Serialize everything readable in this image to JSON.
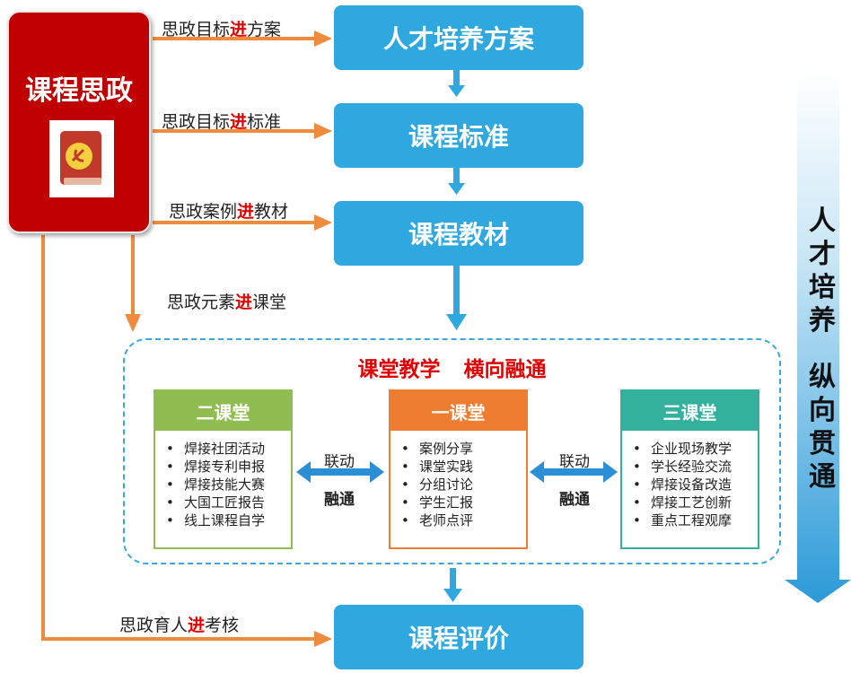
{
  "left_box": {
    "title": "课程思政",
    "icon": "party-book-icon"
  },
  "flow_labels": [
    {
      "pre": "思政目标",
      "em": "进",
      "post": "方案"
    },
    {
      "pre": "思政目标",
      "em": "进",
      "post": "标准"
    },
    {
      "pre": "思政案例",
      "em": "进",
      "post": "教材"
    },
    {
      "pre": "思政元素",
      "em": "进",
      "post": "课堂"
    },
    {
      "pre": "思政育人",
      "em": "进",
      "post": "考核"
    }
  ],
  "main_steps": [
    "人才培养方案",
    "课程标准",
    "课程教材",
    "课程评价"
  ],
  "classroom": {
    "title": "课堂教学 横向融通",
    "second": {
      "title": "二课堂",
      "items": [
        "焊接社团活动",
        "焊接专利申报",
        "焊接技能大赛",
        "大国工匠报告",
        "线上课程自学"
      ]
    },
    "first": {
      "title": "一课堂",
      "items": [
        "案例分享",
        "课堂实践",
        "分组讨论",
        "学生汇报",
        "老师点评"
      ]
    },
    "third": {
      "title": "三课堂",
      "items": [
        "企业现场教学",
        "学长经验交流",
        "焊接设备改造",
        "焊接工艺创新",
        "重点工程观摩"
      ]
    },
    "link_label": "联动",
    "merge_label": "融通"
  },
  "side_text": {
    "line1": "人才培养",
    "line2": "纵向贯通"
  },
  "colors": {
    "red": "#c00000",
    "blue": "#2fa8e0",
    "orange": "#f08a3c",
    "green": "#8fbd52",
    "orange_head": "#ee7d31",
    "teal": "#33b19c"
  }
}
